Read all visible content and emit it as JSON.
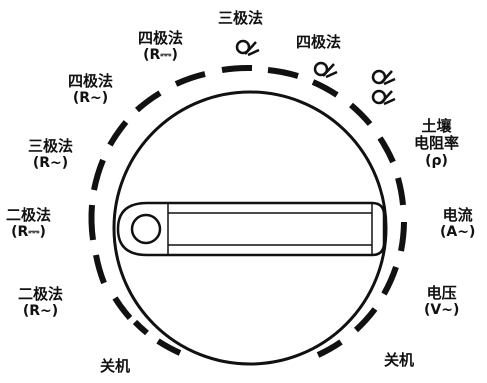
{
  "dial": {
    "positions": [
      {
        "id": "off-left",
        "line1": "关机",
        "line2": ""
      },
      {
        "id": "two-pole-ac",
        "line1": "二极法",
        "line2": "(R~)"
      },
      {
        "id": "two-pole-dc",
        "line1": "二极法",
        "line2": "(R⎓)"
      },
      {
        "id": "three-pole-ac",
        "line1": "三极法",
        "line2": "(R~)"
      },
      {
        "id": "four-pole-ac",
        "line1": "四极法",
        "line2": "(R~)"
      },
      {
        "id": "four-pole-dc",
        "line1": "四极法",
        "line2": "(R⎓)"
      },
      {
        "id": "three-pole-clamp",
        "line1": "三极法",
        "line2": "",
        "icon": "single-clamp-icon"
      },
      {
        "id": "four-pole-clamp",
        "line1": "四极法",
        "line2": "",
        "icon": "single-clamp-icon"
      },
      {
        "id": "double-clamp",
        "line1": "",
        "line2": "",
        "icon": "double-clamp-icon"
      },
      {
        "id": "soil-resistivity",
        "line1": "土壤",
        "line2": "电阻率",
        "line3": "(ρ)"
      },
      {
        "id": "current-ac",
        "line1": "电流",
        "line2": "(A~)"
      },
      {
        "id": "voltage-ac",
        "line1": "电压",
        "line2": "(V~)"
      },
      {
        "id": "off-right",
        "line1": "关机",
        "line2": ""
      }
    ]
  },
  "colors": {
    "ink": "#111111",
    "knob_fill": "#ffffff",
    "background": "#ffffff"
  }
}
